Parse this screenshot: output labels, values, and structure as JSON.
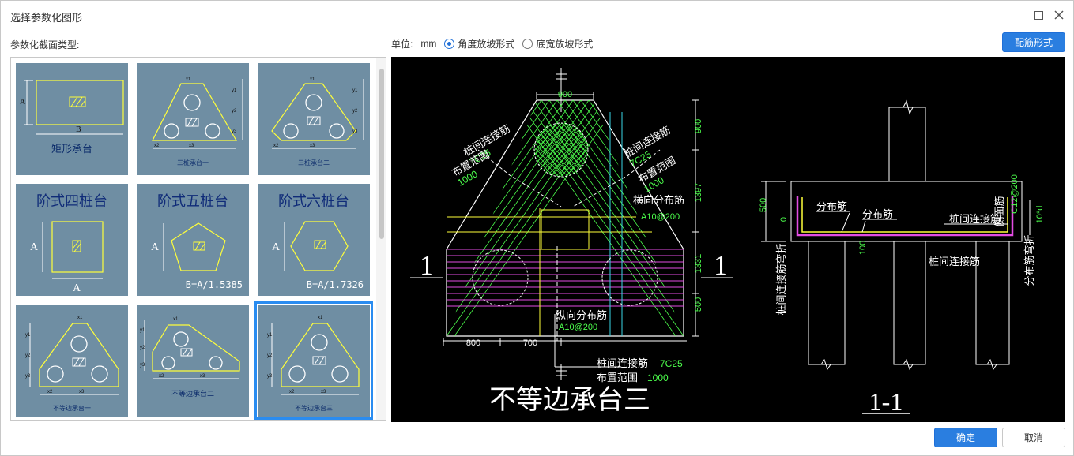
{
  "window": {
    "title": "选择参数化图形",
    "maximize_icon": "maximize-icon",
    "close_icon": "close-icon"
  },
  "section_label": "参数化截面类型:",
  "unit": {
    "label": "单位:",
    "value": "mm",
    "options": [
      {
        "label": "角度放坡形式",
        "selected": true
      },
      {
        "label": "底宽放坡形式",
        "selected": false
      }
    ]
  },
  "rebar_button": "配筋形式",
  "tiles": [
    {
      "caption": "矩形承台",
      "dims": {
        "a": "A",
        "b": "B"
      },
      "selected": false
    },
    {
      "caption": "三桩承台一",
      "dims": {
        "x1": "x1",
        "x2": "x2",
        "x3": "x3",
        "y1": "y1",
        "y2": "y2",
        "y3": "y3"
      },
      "selected": false
    },
    {
      "caption": "三桩承台二",
      "dims": {
        "x1": "x1",
        "x2": "x2",
        "x3": "x3",
        "y1": "y1",
        "y2": "y2",
        "y3": "y3"
      },
      "selected": false
    },
    {
      "caption": "阶式四桩台",
      "dims": {
        "a": "A",
        "a2": "A"
      },
      "selected": false
    },
    {
      "caption": "阶式五桩台",
      "dims": {
        "a": "A",
        "formula": "B=A/1.5385"
      },
      "selected": false
    },
    {
      "caption": "阶式六桩台",
      "dims": {
        "a": "A",
        "formula": "B=A/1.7326"
      },
      "selected": false
    },
    {
      "caption": "不等边承台一",
      "dims": {
        "x1": "x1",
        "x2": "x2",
        "x3": "x3",
        "y1": "y1",
        "y2": "y2",
        "y3": "y3"
      },
      "selected": false
    },
    {
      "caption": "不等边承台二",
      "dims": {
        "x1": "x1",
        "x2": "x2",
        "x3": "x3",
        "y1": "y1",
        "y2": "y2",
        "y3": "y3"
      },
      "selected": false
    },
    {
      "caption": "不等边承台三",
      "dims": {
        "x1": "x1",
        "x2": "x2",
        "x3": "x3",
        "y1": "y1",
        "y2": "y2",
        "y3": "y3"
      },
      "selected": true
    }
  ],
  "preview": {
    "title": "不等边承台三",
    "section_title": "1-1",
    "cut_label": "1",
    "dims": {
      "top_width": "900",
      "h1": "900",
      "h2": "1397",
      "h3": "1331",
      "h4": "500",
      "bw1": "800",
      "bw2": "700"
    },
    "labels": {
      "left_rebar": "桩间连接筋",
      "left_rebar_spec": "7C25",
      "left_range": "布置范围",
      "left_range_val": "1000",
      "right_rebar": "桩间连接筋",
      "right_rebar_spec": "7C25",
      "right_range": "布置范围",
      "right_range_val": "1000",
      "trans_dist": "横向分布筋",
      "trans_dist_spec": "A10@200",
      "long_dist": "纵向分布筋",
      "long_dist_spec": "A10@200",
      "bottom_rebar": "桩间连接筋",
      "bottom_rebar_spec": "7C25",
      "bottom_range": "布置范围",
      "bottom_range_val": "1000"
    },
    "section": {
      "h_total": "500",
      "zero": "0",
      "cover": "100",
      "dist1": "分布筋",
      "dist2": "分布筋",
      "pile_conn": "桩间连接筋",
      "pile_conn2": "桩间连接筋",
      "side": "侧面筋",
      "side_spec": "C12@200",
      "len": "10*d",
      "bend": "分布筋弯折",
      "left_bend": "桩间连接筋弯折"
    }
  },
  "footer": {
    "ok": "确定",
    "cancel": "取消"
  },
  "colors": {
    "accent": "#2a7ee0",
    "tile_bg": "#6f8ea3",
    "cad_green": "#4cff4c",
    "cad_yellow": "#ffff3a",
    "cad_magenta": "#e34ce3",
    "cad_white": "#ffffff"
  }
}
